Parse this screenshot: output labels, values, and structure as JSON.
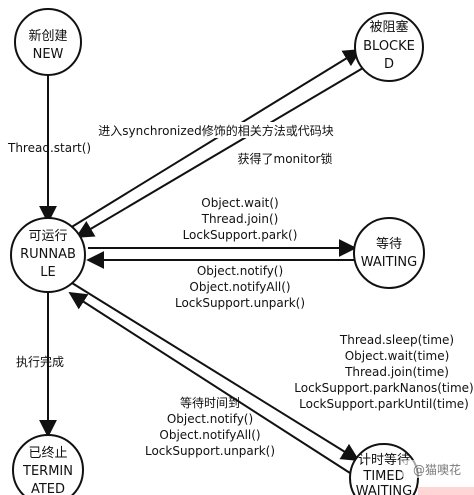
{
  "states": {
    "new": {
      "line1": "新创建",
      "line2": "NEW"
    },
    "blocked": {
      "line1": "被阻塞",
      "line2": "BLOCKE",
      "line3": "D"
    },
    "runnable": {
      "line1": "可运行",
      "line2": "RUNNAB",
      "line3": "LE"
    },
    "waiting": {
      "line1": "等待",
      "line2": "WAITING"
    },
    "terminated": {
      "line1": "已终止",
      "line2": "TERMIN",
      "line3": "ATED"
    },
    "timed_waiting": {
      "line1": "计时等待",
      "line2": "TIMED",
      "line3": "WAITING"
    }
  },
  "edges": {
    "new_to_runnable": {
      "label": "Thread.start()"
    },
    "runnable_to_blocked": {
      "label": "进入synchronized修饰的相关方法或代码块"
    },
    "blocked_to_runnable": {
      "label": "获得了monitor锁"
    },
    "runnable_to_waiting": {
      "lines": [
        "Object.wait()",
        "Thread.join()",
        "LockSupport.park()"
      ]
    },
    "waiting_to_runnable": {
      "lines": [
        "Object.notify()",
        "Object.notifyAll()",
        "LockSupport.unpark()"
      ]
    },
    "runnable_to_terminated": {
      "label": "执行完成"
    },
    "runnable_to_timed_waiting": {
      "lines": [
        "Thread.sleep(time)",
        "Object.wait(time)",
        "Thread.join(time)",
        "LockSupport.parkNanos(time)",
        "LockSupport.parkUntil(time)"
      ]
    },
    "timed_waiting_to_runnable": {
      "lines": [
        "等待时间到",
        "Object.notify()",
        "Object.notifyAll()",
        "LockSupport.unpark()"
      ]
    }
  },
  "watermark": {
    "text": "@猫噢花"
  }
}
